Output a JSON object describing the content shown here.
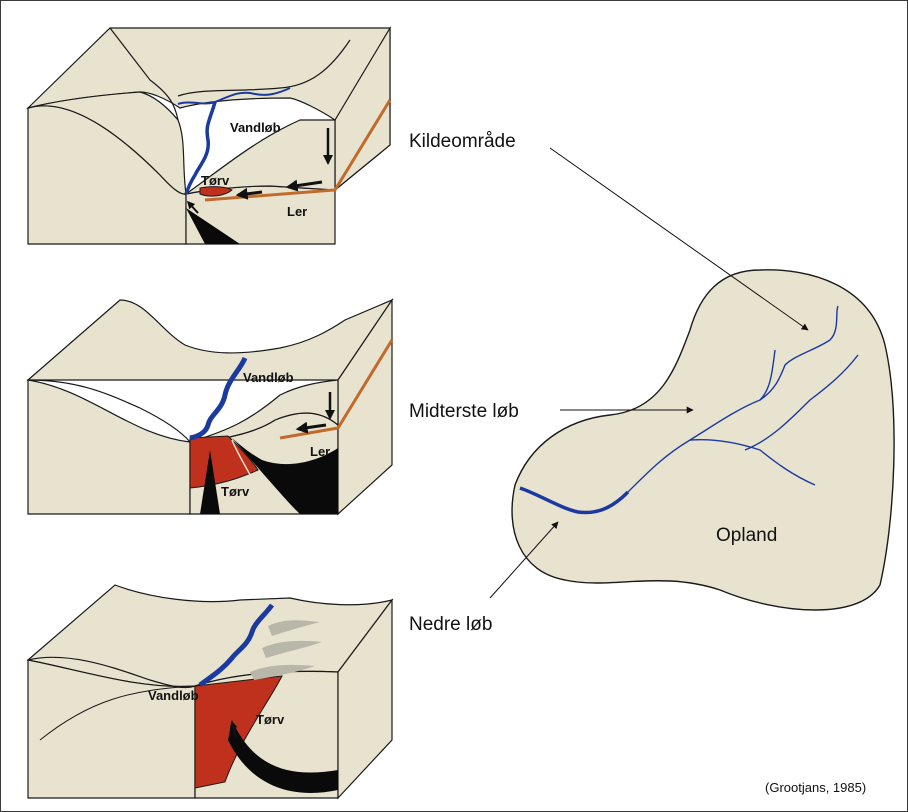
{
  "colors": {
    "land": "#e8e3cf",
    "outline": "#1a1a1a",
    "stream": "#1a3aa0",
    "peat": "#c0311d",
    "clay": "#c26a2b",
    "groundwater": "#0a0a0a",
    "seepage": "#b9b6aa"
  },
  "block_top": {
    "stream_label": "Vandløb",
    "peat_label": "Tørv",
    "clay_label": "Ler"
  },
  "block_middle": {
    "stream_label": "Vandløb",
    "peat_label": "Tørv",
    "clay_label": "Ler"
  },
  "block_bottom": {
    "stream_label": "Vandløb",
    "peat_label": "Tørv"
  },
  "catchment": {
    "source_area_label": "Kildeområde",
    "middle_course_label": "Midterste løb",
    "lower_course_label": "Nedre løb",
    "catchment_label": "Opland"
  },
  "citation": "(Grootjans, 1985)"
}
